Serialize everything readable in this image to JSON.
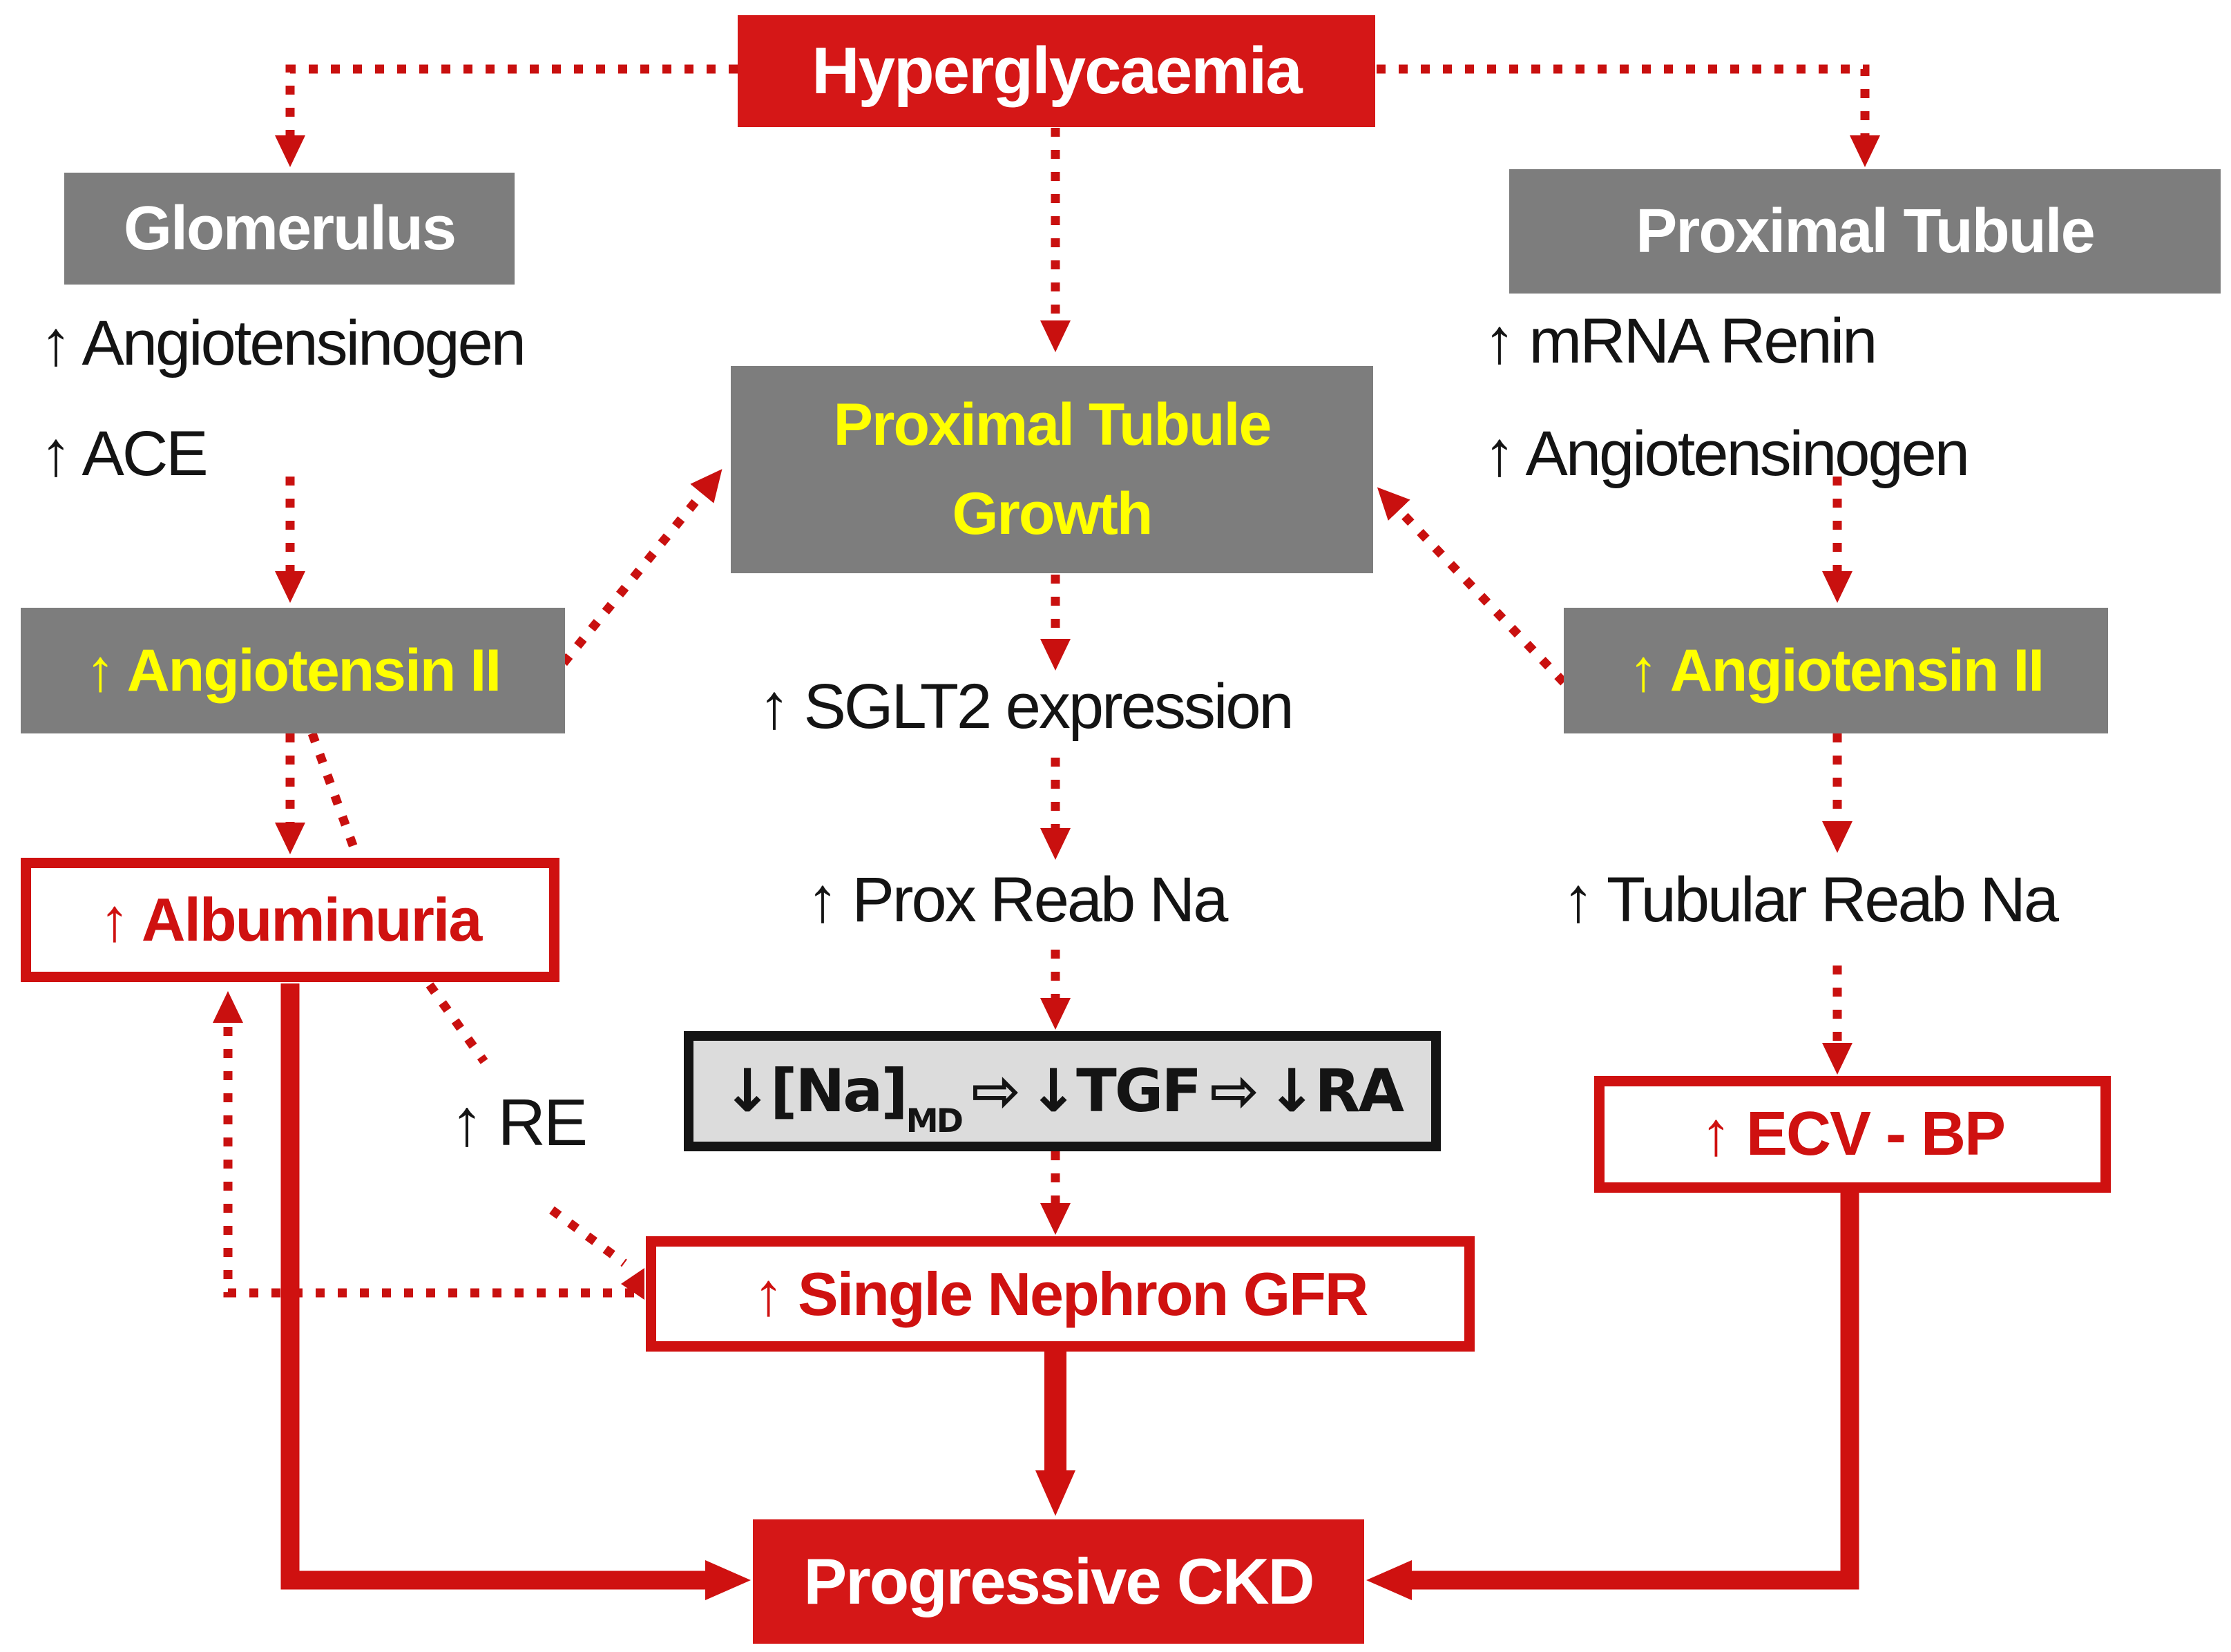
{
  "nodes": {
    "hyperglycaemia": "Hyperglycaemia",
    "glomerulus": "Glomerulus",
    "proximal_tubule": "Proximal Tubule",
    "proximal_tubule_growth": [
      "Proximal Tubule",
      "Growth"
    ],
    "angiotensin_ii_left": "↑ Angiotensin II",
    "angiotensin_ii_right": "↑ Angiotensin II",
    "albuminuria": "↑ Albuminuria",
    "single_nephron_gfr": "↑ Single Nephron GFR",
    "ecv_bp": "↑ ECV - BP",
    "progressive_ckd": "Progressive CKD",
    "na_md_tgf_ra": {
      "down_na": "↓[Na]",
      "subscript": "MD",
      "arrow": "⇨",
      "down_tgf": "↓TGF",
      "down_ra": "↓RA"
    }
  },
  "labels": {
    "glomerulus_angiotensinogen": "↑ Angiotensinogen",
    "glomerulus_ace": "↑ ACE",
    "tubule_mrna_renin": "↑ mRNA Renin",
    "tubule_angiotensinogen": "↑ Angiotensinogen",
    "sglt2_expression": "↑ SGLT2 expression",
    "prox_reab_na": "↑ Prox Reab Na",
    "tubular_reab_na": "↑ Tubular Reab Na",
    "re": "↑ RE"
  },
  "colors": {
    "red_fill": "#d51717",
    "red_line": "#cf1110",
    "red_dotted": "#c9100f",
    "gray_box": "#7d7d7d",
    "light_gray_box": "#dcdcdc",
    "yellow_text": "#ffff00",
    "black_text": "#141414",
    "white_text": "#ffffff"
  }
}
